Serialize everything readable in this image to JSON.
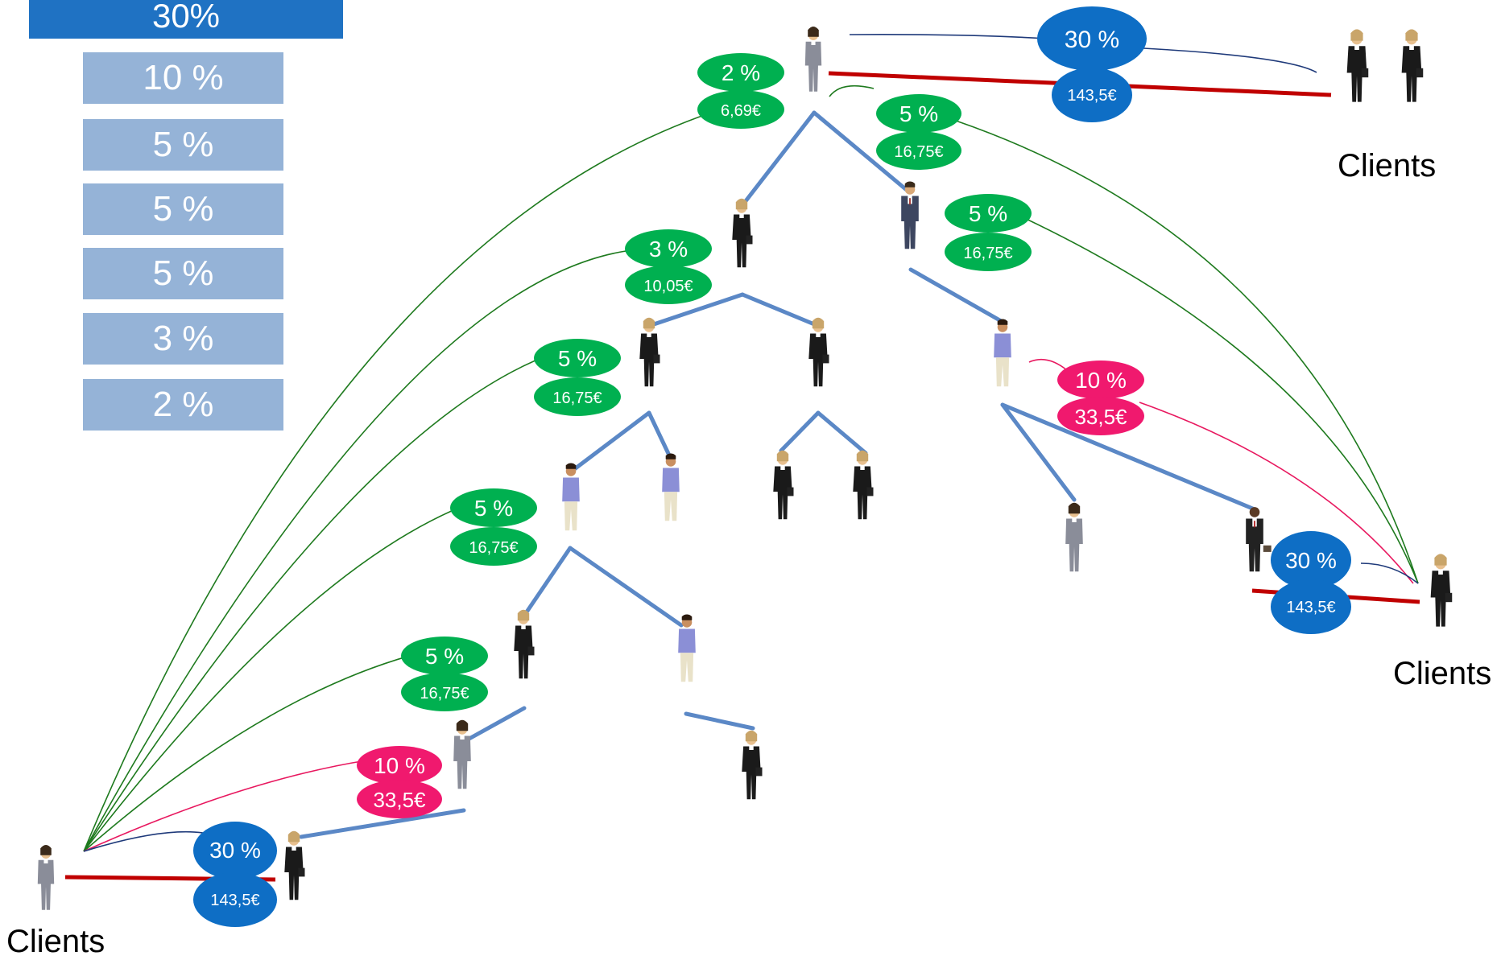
{
  "legend": {
    "top": "30%",
    "items": [
      "10 %",
      "5 %",
      "5 %",
      "5 %",
      "3 %",
      "2 %"
    ]
  },
  "clients_labels": [
    "Clients",
    "Clients",
    "Clients"
  ],
  "bubbles": [
    {
      "pct": "2 %",
      "amt": "6,69€",
      "color": "green"
    },
    {
      "pct": "5 %",
      "amt": "16,75€",
      "color": "green"
    },
    {
      "pct": "5 %",
      "amt": "16,75€",
      "color": "green"
    },
    {
      "pct": "3 %",
      "amt": "10,05€",
      "color": "green"
    },
    {
      "pct": "5 %",
      "amt": "16,75€",
      "color": "green"
    },
    {
      "pct": "5 %",
      "amt": "16,75€",
      "color": "green"
    },
    {
      "pct": "5 %",
      "amt": "16,75€",
      "color": "green"
    },
    {
      "pct": "10 %",
      "amt": "33,5€",
      "color": "magenta"
    },
    {
      "pct": "10 %",
      "amt": "33,5€",
      "color": "magenta"
    },
    {
      "pct": "30 %",
      "amt": "143,5€",
      "color": "blue"
    },
    {
      "pct": "30 %",
      "amt": "143,5€",
      "color": "blue"
    },
    {
      "pct": "30 %",
      "amt": "143,5€",
      "color": "blue"
    }
  ],
  "colors": {
    "green": "#00b050",
    "magenta": "#f0196e",
    "blue": "#0e6ec5",
    "tree_line": "#5b88c6",
    "sale_line": "#c00000",
    "arc_green": "#1e7a1e",
    "arc_magenta": "#e8185f",
    "arc_navy": "#1f3a7a"
  }
}
